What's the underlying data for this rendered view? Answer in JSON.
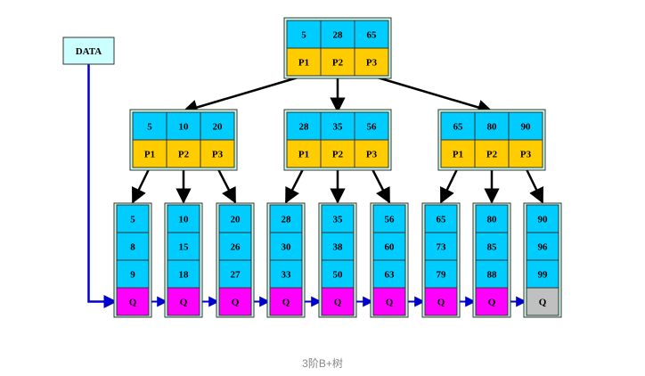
{
  "data_label": "DATA",
  "root": {
    "keys": [
      "5",
      "28",
      "65"
    ],
    "pointers": [
      "P1",
      "P2",
      "P3"
    ]
  },
  "internal": [
    {
      "keys": [
        "5",
        "10",
        "20"
      ],
      "pointers": [
        "P1",
        "P2",
        "P3"
      ]
    },
    {
      "keys": [
        "28",
        "35",
        "56"
      ],
      "pointers": [
        "P1",
        "P2",
        "P3"
      ]
    },
    {
      "keys": [
        "65",
        "80",
        "90"
      ],
      "pointers": [
        "P1",
        "P2",
        "P3"
      ]
    }
  ],
  "leaves": [
    {
      "keys": [
        "5",
        "8",
        "9"
      ],
      "link": "Q"
    },
    {
      "keys": [
        "10",
        "15",
        "18"
      ],
      "link": "Q"
    },
    {
      "keys": [
        "20",
        "26",
        "27"
      ],
      "link": "Q"
    },
    {
      "keys": [
        "28",
        "30",
        "33"
      ],
      "link": "Q"
    },
    {
      "keys": [
        "35",
        "38",
        "50"
      ],
      "link": "Q"
    },
    {
      "keys": [
        "56",
        "60",
        "63"
      ],
      "link": "Q"
    },
    {
      "keys": [
        "65",
        "73",
        "79"
      ],
      "link": "Q"
    },
    {
      "keys": [
        "80",
        "85",
        "88"
      ],
      "link": "Q"
    },
    {
      "keys": [
        "90",
        "96",
        "99"
      ],
      "link": "Q"
    }
  ],
  "caption": "3阶B+树",
  "colors": {
    "key_cell": "#00ccff",
    "pointer_cell": "#ffcc00",
    "link_cell": "#ff00ff",
    "last_link_cell": "#c0c0c0",
    "data_box": "#ccffff",
    "node_frame": "#ccffee",
    "link_arrow": "#0000cc",
    "tree_arrow": "#000000"
  }
}
